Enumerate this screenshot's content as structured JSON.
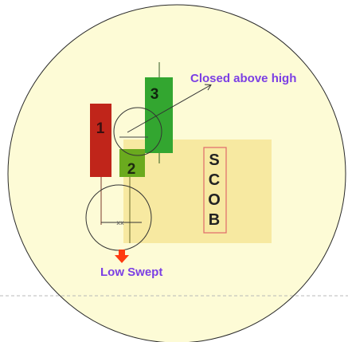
{
  "diagram": {
    "candles": [
      {
        "label": "1",
        "color": "#c0251a"
      },
      {
        "label": "2",
        "color": "#6aaa1e"
      },
      {
        "label": "3",
        "color": "#33a630"
      }
    ],
    "annotations": {
      "closed_above_high": "Closed above high",
      "low_swept": "Low Swept",
      "sweep_marker": "xx"
    },
    "scob_letters": [
      "S",
      "C",
      "O",
      "B"
    ],
    "colors": {
      "background_circle_fill": "#fdfbd6",
      "zone_fill": "#f6e79c",
      "annotation_text": "#7b3fe4",
      "arrow_red": "#ff3b10",
      "scob_border": "#e06a6a"
    }
  }
}
